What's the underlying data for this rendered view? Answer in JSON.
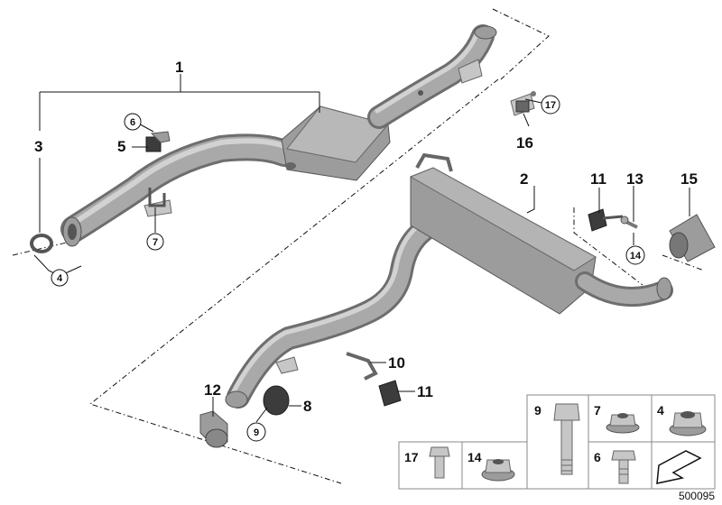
{
  "callouts": {
    "c1": "1",
    "c2": "2",
    "c3": "3",
    "c4": "4",
    "c5": "5",
    "c6": "6",
    "c7": "7",
    "c8": "8",
    "c9": "9",
    "c10": "10",
    "c11a": "11",
    "c11b": "11",
    "c12": "12",
    "c13": "13",
    "c14": "14",
    "c15": "15",
    "c16": "16",
    "c17": "17"
  },
  "legend_cells": {
    "c9": "9",
    "c7": "7",
    "c4": "4",
    "c6": "6",
    "c17": "17",
    "c14": "14"
  },
  "diagram_code": "500095"
}
